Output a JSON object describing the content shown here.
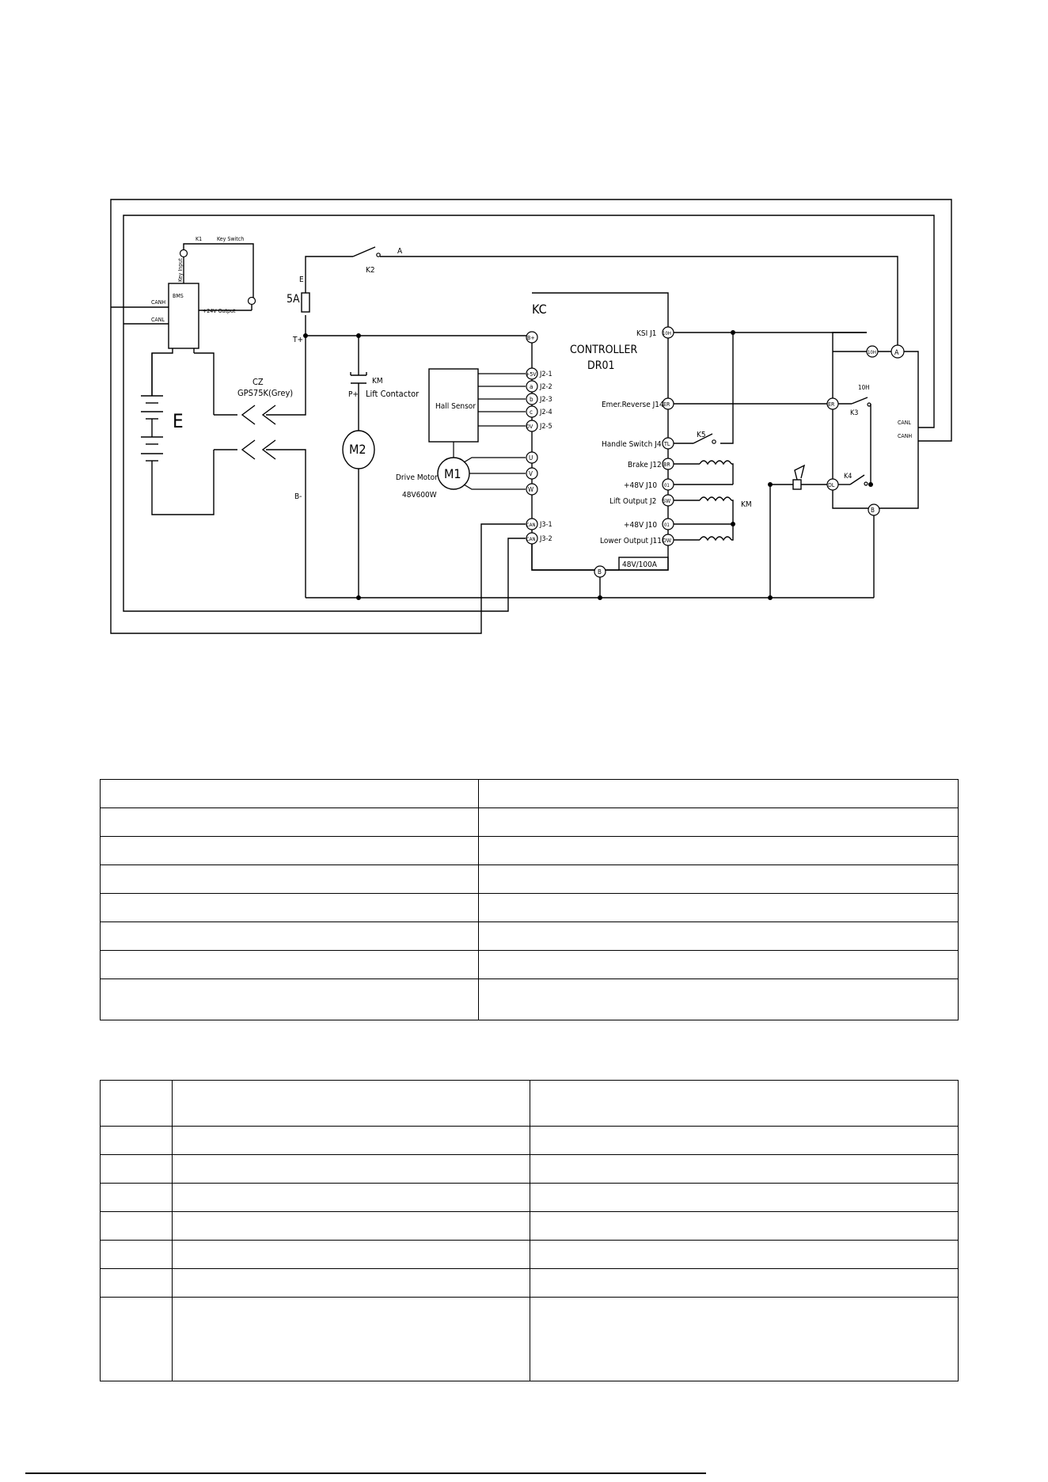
{
  "diagram": {
    "labels": {
      "k1": "K1",
      "key_switch": "Key Switch",
      "key_input": "Key Input",
      "bms": "BMS",
      "out_24v": "+24V Output",
      "canh": "CANH",
      "canl": "CANL",
      "k2": "K2",
      "a_wire": "A",
      "e_wire": "E",
      "fuse": "5A",
      "t_plus": "T+",
      "kc": "KC",
      "controller": "CONTROLLER",
      "model": "DR01",
      "km_label": "KM",
      "p_plus": "P+",
      "lift_contactor": "Lift Contactor",
      "cz": "CZ",
      "connector": "GPS75K(Grey)",
      "battery": "E",
      "m2": "M2",
      "b_minus": "B-",
      "hall_sensor": "Hall Sensor",
      "m1": "M1",
      "drive_motor": "Drive Motor",
      "motor_rating": "48V600W",
      "j2_1": "J2-1",
      "j2_2": "J2-2",
      "j2_3": "J2-3",
      "j2_4": "J2-4",
      "j2_5": "J2-5",
      "t_5v": "+5V",
      "t_a": "a",
      "t_b": "b",
      "t_c": "c",
      "t_0v": "0V",
      "t_u": "U",
      "t_v": "V",
      "t_w": "W",
      "j3_1": "J3-1",
      "j3_2": "J3-2",
      "t_can": "CAN",
      "ksi": "KSI J1",
      "t_10h": "10H",
      "emer_reverse": "Emer.Reverse J14",
      "t_er": "ER",
      "handle_switch": "Handle Switch J4",
      "t_tl": "TL",
      "k5": "K5",
      "brake": "Brake J12",
      "t_br": "BR",
      "plus48_1": "+48V J10",
      "t_01": "01",
      "lift_output": "Lift Output J2",
      "t_sw": "SW",
      "km_coil": "KM",
      "plus48_2": "+48V J10",
      "lower_output": "Lower Output J11",
      "t_dw": "DW",
      "t_b_gnd": "B",
      "rating": "48V/100A",
      "t_a_right": "A",
      "t_10h_right": "10H",
      "label_10h": "10H",
      "k3": "K3",
      "k4": "K4",
      "t_er_right": "ER",
      "t_dl": "DL",
      "t_b_right": "B",
      "canl_right": "CANL",
      "canh_right": "CANH"
    }
  },
  "table1": {
    "rows": [
      [
        "",
        ""
      ],
      [
        "",
        ""
      ],
      [
        "",
        ""
      ],
      [
        "",
        ""
      ],
      [
        "",
        ""
      ],
      [
        "",
        ""
      ],
      [
        "",
        ""
      ],
      [
        "",
        ""
      ]
    ]
  },
  "table2": {
    "rows": [
      [
        "",
        "",
        ""
      ],
      [
        "",
        "",
        ""
      ],
      [
        "",
        "",
        ""
      ],
      [
        "",
        "",
        ""
      ],
      [
        "",
        "",
        ""
      ],
      [
        "",
        "",
        ""
      ],
      [
        "",
        "",
        ""
      ],
      [
        "",
        "",
        ""
      ]
    ]
  }
}
